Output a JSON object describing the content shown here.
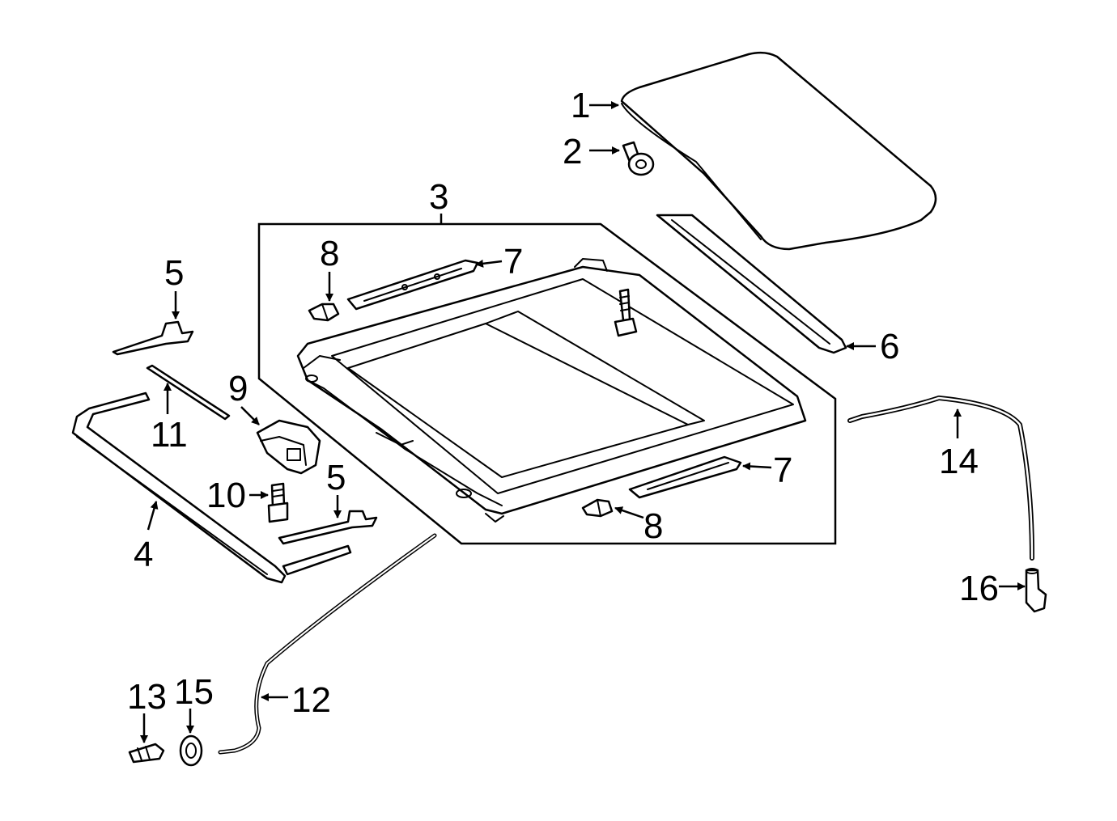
{
  "callouts": {
    "c1": "1",
    "c2": "2",
    "c3": "3",
    "c4": "4",
    "c5a": "5",
    "c5b": "5",
    "c6": "6",
    "c7a": "7",
    "c7b": "7",
    "c8a": "8",
    "c8b": "8",
    "c9": "9",
    "c10": "10",
    "c11": "11",
    "c12": "12",
    "c13": "13",
    "c14": "14",
    "c15": "15",
    "c16": "16"
  },
  "colors": {
    "line": "#000000",
    "background": "#ffffff"
  }
}
